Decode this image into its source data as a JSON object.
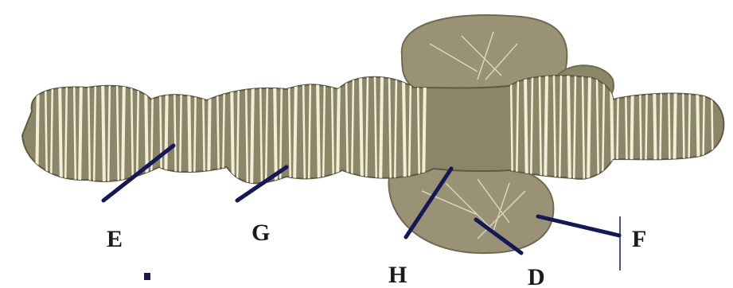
{
  "labels": {
    "E": "E",
    "G": "G",
    "H": "H",
    "D": "D",
    "F": "F"
  },
  "colors": {
    "chromosome": "#8b8668",
    "chromosome_dark": "#6f6a50",
    "band": "#f1efd8",
    "puff": "#9a9274",
    "pointer": "#14185a",
    "text": "#1a1a1a"
  }
}
